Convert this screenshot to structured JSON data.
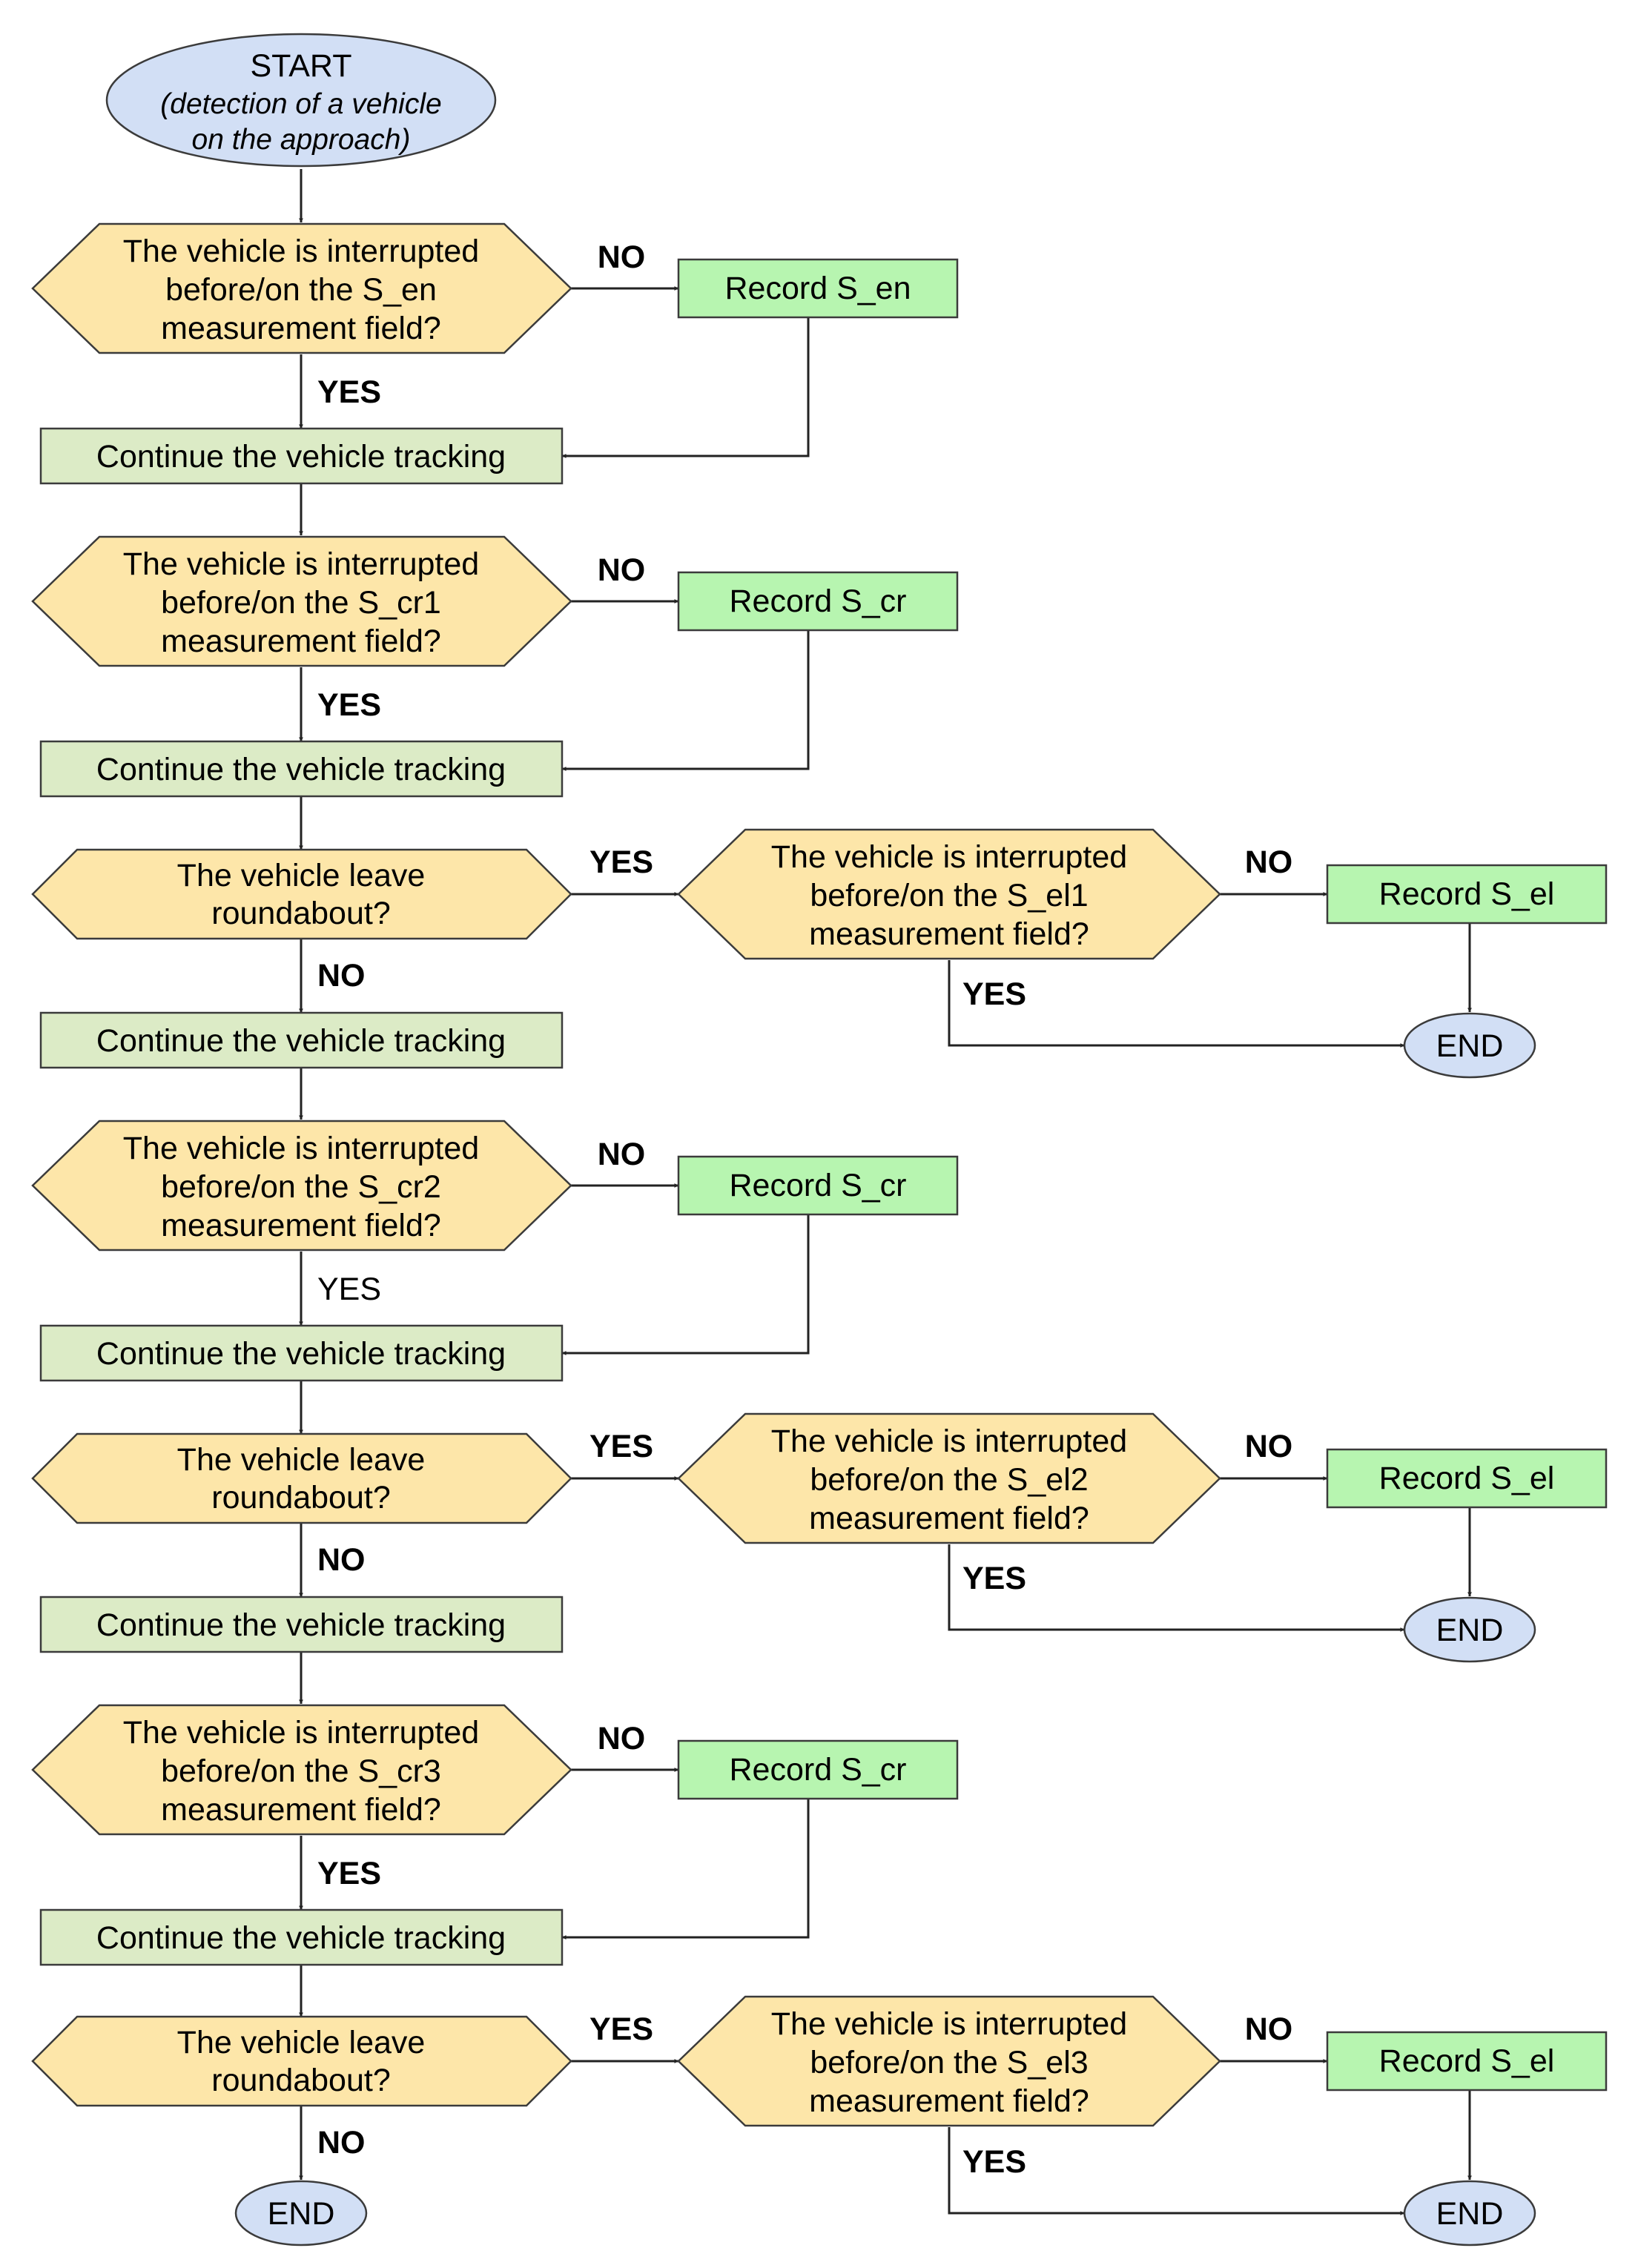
{
  "colors": {
    "decision": "#fde6a9",
    "process": "#dcebc6",
    "record": "#b7f5b0",
    "terminal": "#d2dff5",
    "stroke": "#3b3b3b"
  },
  "start": {
    "title": "START",
    "subtitle_line1": "(detection of a vehicle",
    "subtitle_line2": "on the approach)"
  },
  "labels": {
    "continue": "Continue the vehicle tracking",
    "record_en": "Record S_en",
    "record_cr": "Record S_cr",
    "record_el": "Record S_el",
    "end": "END",
    "yes": "YES",
    "no": "NO",
    "int_line1": "The vehicle is interrupted",
    "int_line3": "measurement field?",
    "leave_line1": "The vehicle leave",
    "leave_line2": "roundabout?"
  },
  "decisions": {
    "en": "before/on the S_en",
    "cr1": "before/on the S_cr1",
    "cr2": "before/on the S_cr2",
    "cr3": "before/on the S_cr3",
    "el1": "before/on the S_el1",
    "el2": "before/on the S_el2",
    "el3": "before/on the S_el3"
  }
}
